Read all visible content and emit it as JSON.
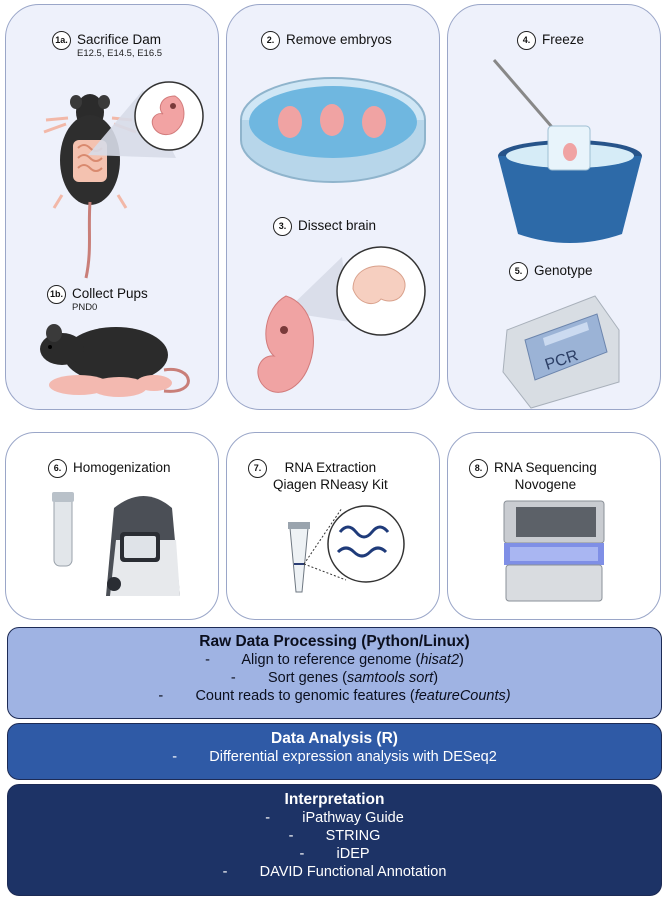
{
  "steps": {
    "s1a": {
      "num": "1a.",
      "title": "Sacrifice Dam",
      "sub": "E12.5, E14.5, E16.5"
    },
    "s1b": {
      "num": "1b.",
      "title": "Collect Pups",
      "sub": "PND0"
    },
    "s2": {
      "num": "2.",
      "title": "Remove embryos"
    },
    "s3": {
      "num": "3.",
      "title": "Dissect brain"
    },
    "s4": {
      "num": "4.",
      "title": "Freeze"
    },
    "s5": {
      "num": "5.",
      "title": "Genotype"
    },
    "s6": {
      "num": "6.",
      "title": "Homogenization"
    },
    "s7": {
      "num": "7.",
      "title": "RNA Extraction",
      "sub": "Qiagen RNeasy Kit"
    },
    "s8": {
      "num": "8.",
      "title": "RNA Sequencing",
      "sub": "Novogene"
    }
  },
  "pcr_label": "PCR",
  "raw": {
    "heading": "Raw Data Processing (Python/Linux)",
    "items": [
      {
        "pre": "Align to reference genome (",
        "em": "hisat2",
        "post": ")"
      },
      {
        "pre": "Sort genes (",
        "em": "samtools sort",
        "post": ")"
      },
      {
        "pre": "Count reads to genomic features (",
        "em": "featureCounts)",
        "post": ""
      }
    ]
  },
  "analysis": {
    "heading": "Data Analysis (R)",
    "items": [
      "Differential expression analysis with DESeq2"
    ]
  },
  "interpretation": {
    "heading": "Interpretation",
    "items": [
      "iPathway Guide",
      "STRING",
      "iDEP",
      "DAVID Functional Annotation"
    ]
  },
  "colors": {
    "raw_box": "#9fb3e3",
    "analysis_box": "#2f5aa6",
    "interp_box": "#1d3366",
    "panel_fill": "#eef1fb",
    "panel_border": "#9aa6c8"
  }
}
